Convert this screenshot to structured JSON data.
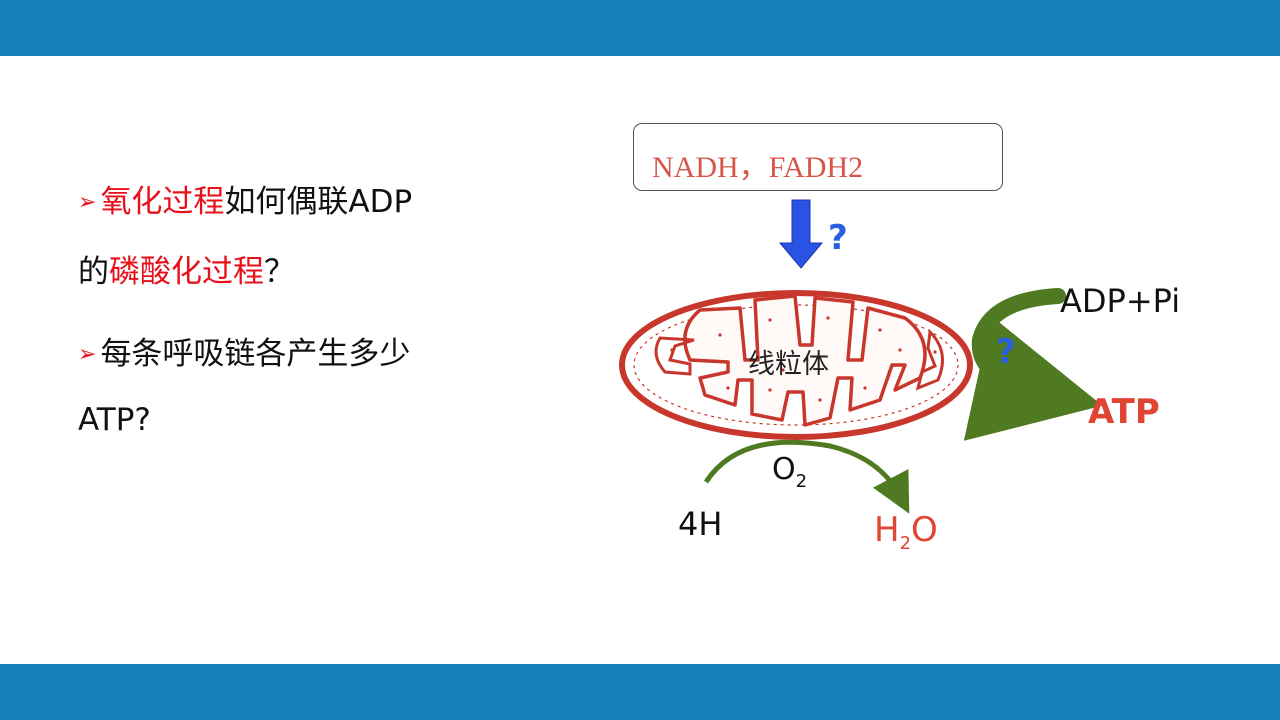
{
  "slide": {
    "colors": {
      "bar": "#1580ba",
      "highlight": "#e8101a",
      "atp": "#e04433",
      "question": "#2a5fe0",
      "green_arrow": "#4f7a22"
    },
    "bullets": [
      {
        "marker": "➢",
        "highlight": "氧化过程",
        "rest": "如何偶联ADP"
      },
      {
        "prefix": "的",
        "highlight": "磷酸化过程",
        "rest": "？"
      },
      {
        "marker": "➢",
        "text": "每条呼吸链各产生多少"
      },
      {
        "text": "ATP?"
      }
    ]
  },
  "diagram": {
    "nadh_box": "NADH，FADH2",
    "question_mark": "?",
    "mitochondrion_label": "线粒体",
    "adp_pi": "ADP+Pi",
    "atp": "ATP",
    "o2": {
      "base": "O",
      "sub": "2"
    },
    "four_h": "4H",
    "h2o": {
      "h": "H",
      "sub": "2",
      "o": "O"
    }
  }
}
